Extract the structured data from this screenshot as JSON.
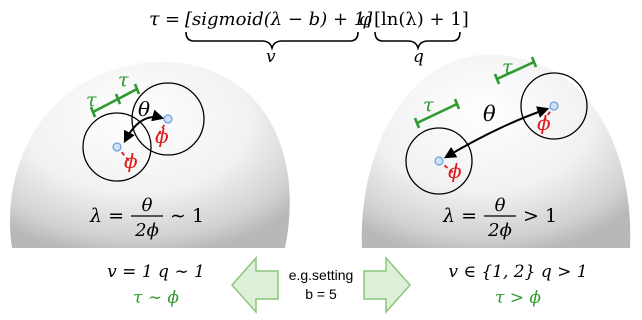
{
  "formula": {
    "tau": "τ",
    "equals": "=",
    "v_term": "[sigmoid(λ − b) + 1]",
    "phi": "φ",
    "q_term": "[ln(λ) + 1]",
    "v_label": "v",
    "q_label": "q"
  },
  "left_scene": {
    "tau_label_1": "τ",
    "tau_label_2": "τ",
    "theta_label": "θ",
    "phi_label_1": "ϕ",
    "phi_label_2": "ϕ",
    "lambda_lhs": "λ =",
    "lambda_num": "θ",
    "lambda_den": "2ϕ",
    "lambda_rhs": "∼ 1"
  },
  "right_scene": {
    "tau_label_1": "τ",
    "tau_label_2": "τ",
    "theta_label": "θ",
    "phi_label_1": "ϕ",
    "phi_label_2": "ϕ",
    "lambda_lhs": "λ =",
    "lambda_num": "θ",
    "lambda_den": "2ϕ",
    "lambda_rhs": "> 1"
  },
  "bottom": {
    "left_line1": "v = 1    q ∼ 1",
    "left_line2": "τ ∼ ϕ",
    "center_line1": "e.g.setting",
    "center_line2": "b = 5",
    "right_line1": "v ∈ {1, 2}    q > 1",
    "right_line2": "τ > ϕ"
  },
  "colors": {
    "green": "#2e9a2e",
    "red": "#e01818",
    "point_blue": "#6a9fe0",
    "arrow_fill": "#dff0d8",
    "arrow_stroke": "#8ac67a"
  }
}
